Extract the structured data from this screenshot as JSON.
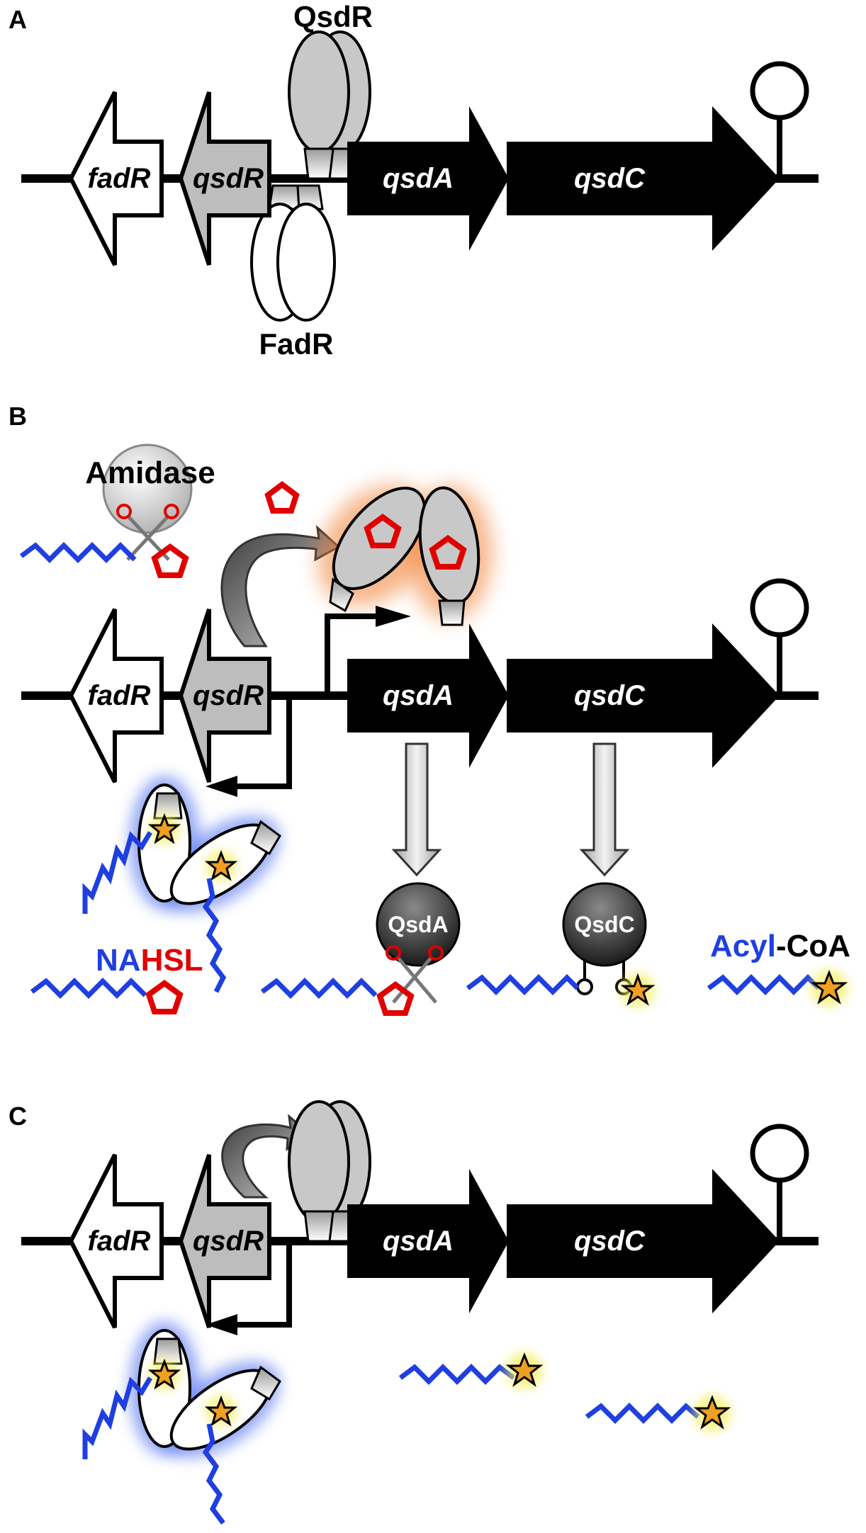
{
  "panels": [
    {
      "letter": "A",
      "genes": {
        "fadR": "fadR",
        "qsdR": "qsdR",
        "qsdA": "qsdA",
        "qsdC": "qsdC"
      },
      "protein_top": "QsdR",
      "protein_bottom": "FadR"
    },
    {
      "letter": "B",
      "genes": {
        "fadR": "fadR",
        "qsdR": "qsdR",
        "qsdA": "qsdA",
        "qsdC": "qsdC"
      },
      "amidase": "Amidase",
      "enzyme_qsda": "QsdA",
      "enzyme_qsdc": "QsdC",
      "nahsl_prefix": "NA",
      "nahsl_suffix": "HSL",
      "acyl": "Acyl",
      "coa": "-CoA"
    },
    {
      "letter": "C",
      "genes": {
        "fadR": "fadR",
        "qsdR": "qsdR",
        "qsdA": "qsdA",
        "qsdC": "qsdC"
      }
    }
  ],
  "colors": {
    "chain": "#1f3fe0",
    "ring": "#e00000",
    "protein_fill": "#c8c8c8",
    "gene_dark": "#000000",
    "gene_grey": "#bdbdbd",
    "orange_glow": "#f07a2a",
    "blue_glow": "#4f6ff0",
    "yellow_glow": "#f4ee5a",
    "star_center": "#f0a020"
  }
}
